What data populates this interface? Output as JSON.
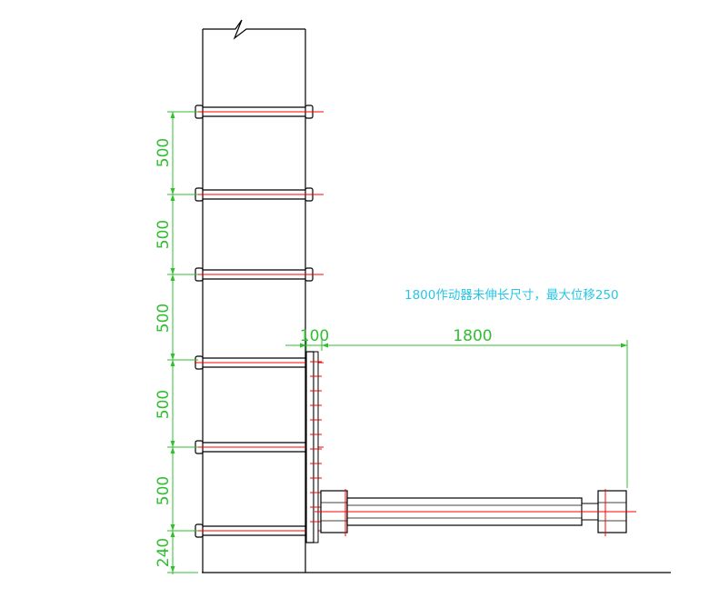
{
  "note": "1800作动器未伸长尺寸，最大位移250",
  "vertical_dims": [
    "500",
    "500",
    "500",
    "500",
    "500",
    "240"
  ],
  "dim_100": "100",
  "dim_1800": "1800",
  "colors": {
    "line": "#000000",
    "dimension": "#2fbf2f",
    "note": "#26c6e6",
    "axis": "#ff0000"
  }
}
